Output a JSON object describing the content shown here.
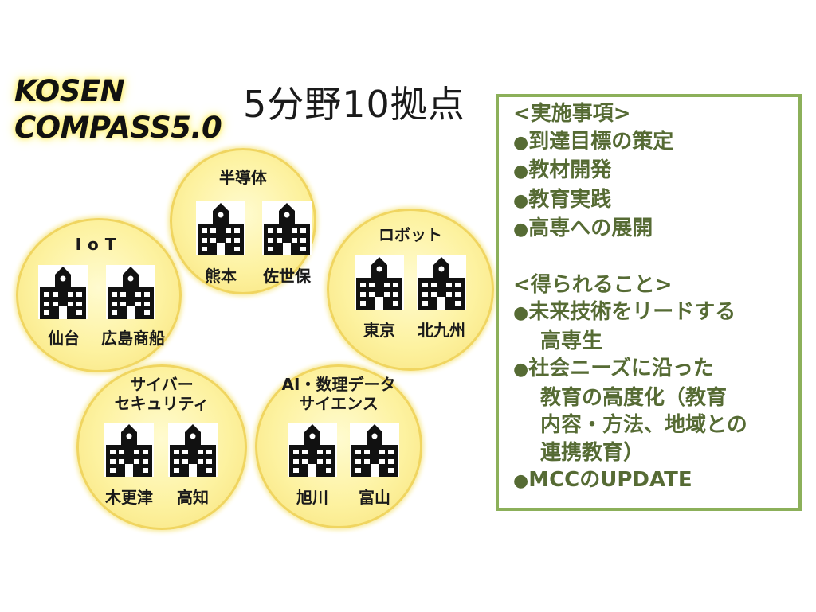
{
  "logo": {
    "line1": "KOSEN",
    "line2": "COMPASS5.0"
  },
  "title": "5分野10拠点",
  "fields": [
    {
      "name": "半導体",
      "campuses": [
        "熊本",
        "佐世保"
      ]
    },
    {
      "name": "IoT",
      "campuses": [
        "仙台",
        "広島商船"
      ]
    },
    {
      "name": "ロボット",
      "campuses": [
        "東京",
        "北九州"
      ]
    },
    {
      "name_line1": "サイバー",
      "name_line2": "セキュリティ",
      "campuses": [
        "木更津",
        "高知"
      ]
    },
    {
      "name_line1": "AI・数理データ",
      "name_line2": "サイエンス",
      "campuses": [
        "旭川",
        "富山"
      ]
    }
  ],
  "icons": {
    "campus": "school-building-icon",
    "bullet": "bullet-dot-icon"
  },
  "info": {
    "implementation_heading": "<実施事項>",
    "implementation_items": [
      "到達目標の策定",
      "教材開発",
      "教育実践",
      "高専への展開"
    ],
    "outcomes_heading": "<得られること>",
    "outcome1_line1": "未来技術をリードする",
    "outcome1_line2": "高専生",
    "outcome2_line1": "社会ニーズに沿った",
    "outcome2_line2": "教育の高度化（教育",
    "outcome2_line3": "内容・方法、地域との",
    "outcome2_line4": "連携教育）",
    "outcome3": "MCCのUPDATE"
  },
  "colors": {
    "circle_fill": "#fdf2a0",
    "circle_border": "#f0d560",
    "box_border": "#8cb05a",
    "box_text": "#566b34"
  }
}
